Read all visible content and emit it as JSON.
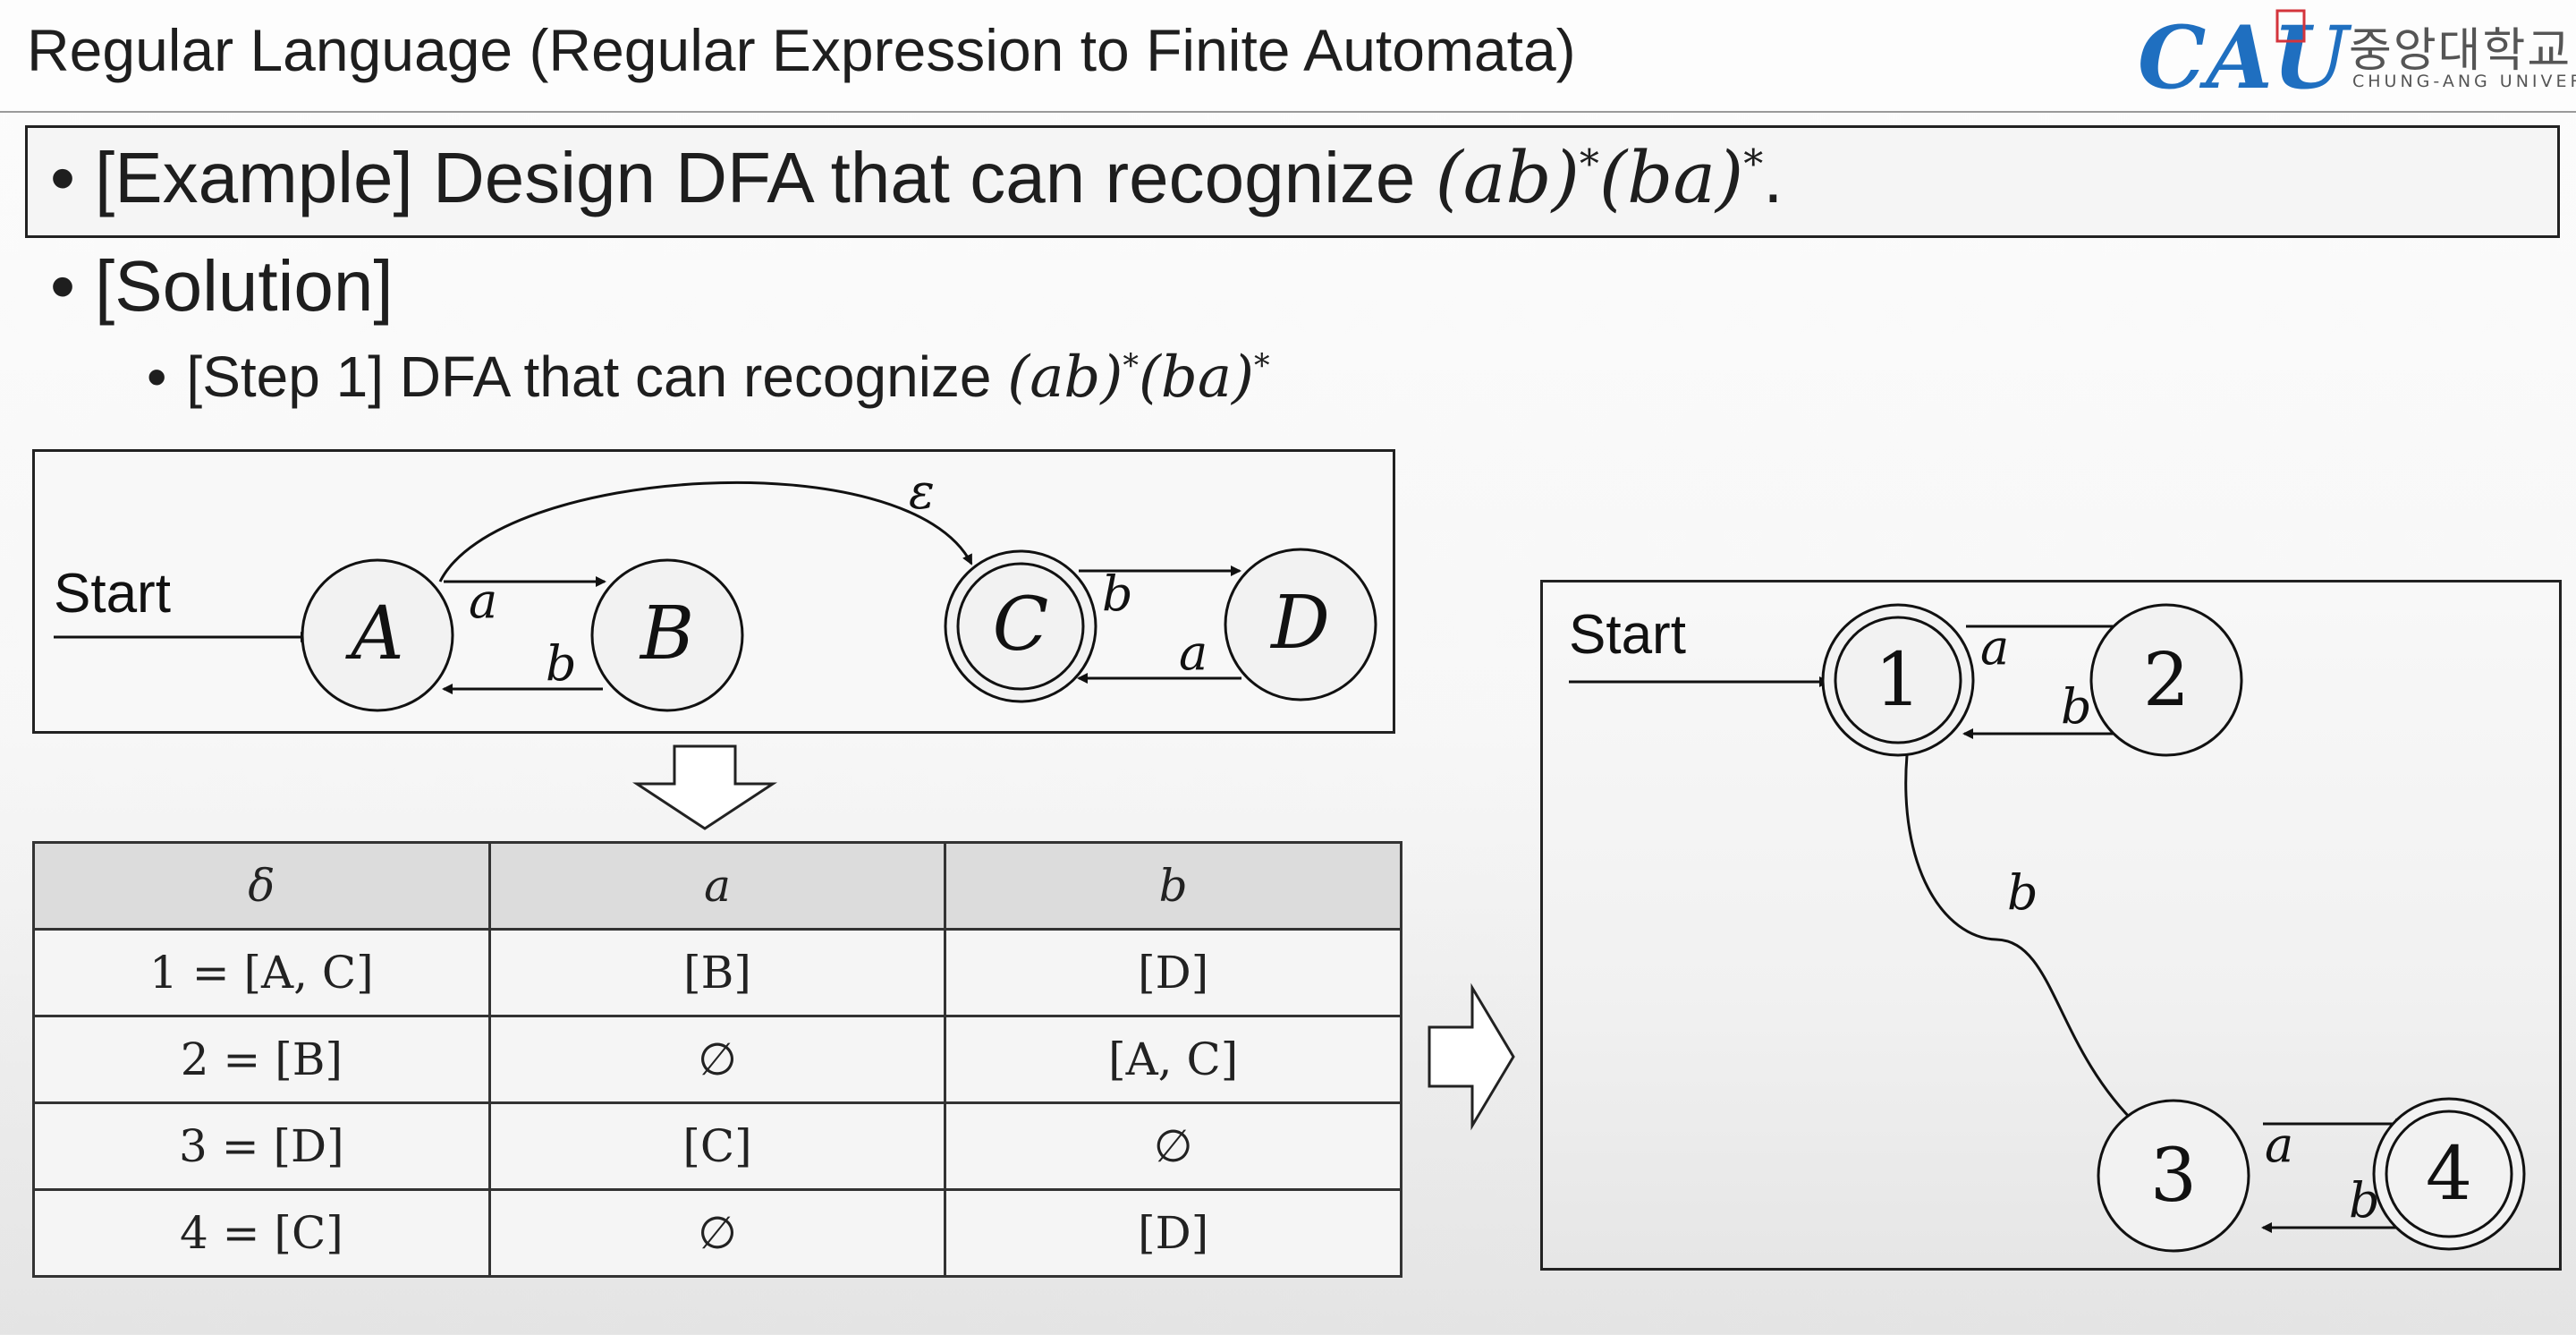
{
  "header": {
    "title": "Regular Language (Regular Expression to Finite Automata)",
    "logo_text": "CAU",
    "logo_korean": "중앙대학교",
    "logo_english": "CHUNG-ANG UNIVERSITY"
  },
  "example": {
    "bullet": "•",
    "text": "[Example] Design DFA that can recognize ",
    "expr_1": "(ab)",
    "expr_2": "(ba)",
    "star": "*",
    "period": "."
  },
  "solution": {
    "bullet": "•",
    "text": "[Solution]"
  },
  "step1": {
    "bullet": "•",
    "text": "[Step 1] DFA that can recognize ",
    "expr_1": "(ab)",
    "expr_2": "(ba)",
    "star": "*"
  },
  "nfa_diagram": {
    "start_label": "Start",
    "states": [
      {
        "name": "A",
        "accepting": false
      },
      {
        "name": "B",
        "accepting": false
      },
      {
        "name": "C",
        "accepting": true
      },
      {
        "name": "D",
        "accepting": false
      }
    ],
    "transitions": [
      {
        "from": "A",
        "to": "B",
        "label": "a"
      },
      {
        "from": "B",
        "to": "A",
        "label": "b"
      },
      {
        "from": "A",
        "to": "C",
        "label": "ε"
      },
      {
        "from": "C",
        "to": "D",
        "label": "b"
      },
      {
        "from": "D",
        "to": "C",
        "label": "a"
      }
    ]
  },
  "table": {
    "headers": [
      "δ",
      "a",
      "b"
    ],
    "rows": [
      [
        "1 = [A, C]",
        "[B]",
        "[D]"
      ],
      [
        "2 = [B]",
        "∅",
        "[A, C]"
      ],
      [
        "3 = [D]",
        "[C]",
        "∅"
      ],
      [
        "4 = [C]",
        "∅",
        "[D]"
      ]
    ]
  },
  "dfa_diagram": {
    "start_label": "Start",
    "states": [
      {
        "name": "1",
        "accepting": true
      },
      {
        "name": "2",
        "accepting": false
      },
      {
        "name": "3",
        "accepting": false
      },
      {
        "name": "4",
        "accepting": true
      }
    ],
    "transitions": [
      {
        "from": "1",
        "to": "2",
        "label": "a"
      },
      {
        "from": "2",
        "to": "1",
        "label": "b"
      },
      {
        "from": "1",
        "to": "3",
        "label": "b"
      },
      {
        "from": "3",
        "to": "4",
        "label": "a"
      },
      {
        "from": "4",
        "to": "3",
        "label": "b"
      }
    ]
  },
  "colors": {
    "line": "#111111",
    "state_fill": "#f2f2f2",
    "logo_blue": "#1f6fc0",
    "logo_red": "#d4343c"
  }
}
